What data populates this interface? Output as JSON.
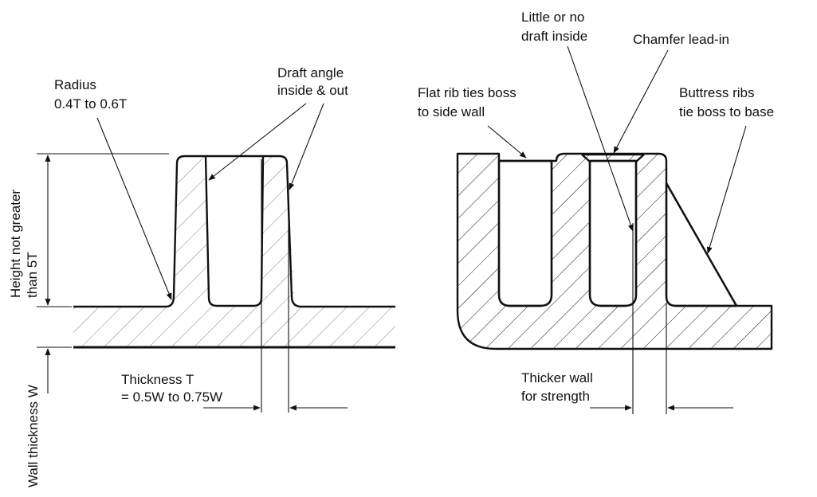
{
  "left_figure": {
    "radius_label": [
      "Radius",
      "0.4T to 0.6T"
    ],
    "draft_label": [
      "Draft angle",
      "inside & out"
    ],
    "height_label": [
      "Height not greater",
      "than 5T"
    ],
    "wall_label": "Wall thickness W",
    "thickness_label": [
      "Thickness T",
      "= 0.5W to 0.75W"
    ]
  },
  "right_figure": {
    "draft_inside_label": [
      "Little or no",
      "draft inside"
    ],
    "chamfer_label": "Chamfer lead-in",
    "flat_rib_label": [
      "Flat rib ties boss",
      "to side wall"
    ],
    "buttress_label": [
      "Buttress ribs",
      "tie boss to base"
    ],
    "thicker_wall_label": [
      "Thicker wall",
      "for strength"
    ]
  },
  "colors": {
    "line": "#111111",
    "background": "#ffffff"
  }
}
